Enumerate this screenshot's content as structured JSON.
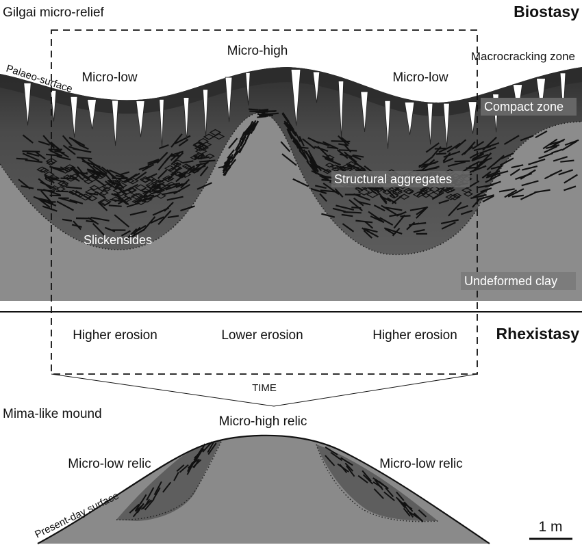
{
  "top_panel": {
    "title": "Gilgai micro-relief",
    "stage": "Biostasy",
    "micro_high": "Micro-high",
    "micro_low_left": "Micro-low",
    "micro_low_right": "Micro-low",
    "palaeo_surface": "Palaeo-surface",
    "macrocracking_zone": "Macrocracking zone",
    "compact_zone": "Compact zone",
    "structural_aggregates": "Structural aggregates",
    "slickensides": "Slickensides",
    "undeformed_clay": "Undeformed clay"
  },
  "middle_panel": {
    "stage": "Rhexistasy",
    "higher_erosion_left": "Higher erosion",
    "lower_erosion": "Lower erosion",
    "higher_erosion_right": "Higher erosion",
    "time": "TIME"
  },
  "bottom_panel": {
    "title": "Mima-like mound",
    "micro_high_relic": "Micro-high relic",
    "micro_low_relic_left": "Micro-low relic",
    "micro_low_relic_right": "Micro-low relic",
    "present_day_surface": "Present-day surface",
    "scale_bar": "1 m"
  },
  "colors": {
    "background": "#ffffff",
    "undeformed_clay": "#8c8c8c",
    "deformed_zone": "#666666",
    "compact_zone": "#5a5a5a",
    "surface_dark": "#2a2a2a",
    "mound": "#8a8a8a",
    "mound_dark": "#5e5e5e",
    "lines": "#111111"
  }
}
